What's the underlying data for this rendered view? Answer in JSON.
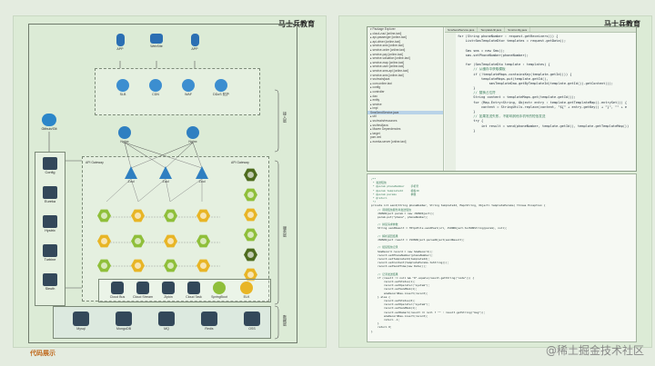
{
  "left_page": {
    "brand": "马士兵教育",
    "caption": "代码展示",
    "clients": [
      {
        "label": "APP",
        "color": "#2b6fb3"
      },
      {
        "label": "WebSite",
        "color": "#2b6fb3"
      },
      {
        "label": "APP",
        "color": "#2b6fb3"
      }
    ],
    "edge_services": [
      {
        "label": "SLB",
        "color": "#3c8ed0"
      },
      {
        "label": "CDN",
        "color": "#3c8ed0"
      },
      {
        "label": "WAF",
        "color": "#3c8ed0"
      },
      {
        "label": "DDoS 防护",
        "color": "#3c8ed0"
      }
    ],
    "routers": [
      "Nginx",
      "Nginx"
    ],
    "gateway_label": "API Gateway",
    "gateways": [
      "Zuul",
      "Zuul",
      "Zuul"
    ],
    "left_stack": [
      "Config",
      "Eureka",
      "Hystrix",
      "Turbine",
      "Sleuth"
    ],
    "left_top": "Github/Git",
    "bottom_row": [
      "Cloud Bus",
      "Cloud Stream",
      "Zipkin",
      "Cloud Task",
      "SpringBoot",
      "ELK"
    ],
    "storage": [
      "Mysql",
      "MongoDB",
      "MQ",
      "Redis",
      "OSS"
    ],
    "tier_labels": [
      "接入层",
      "服务层",
      "数据层"
    ]
  },
  "right_page": {
    "brand": "马士兵教育",
    "watermark": "@稀土掘金技术社区",
    "ide_tabs": [
      "SmsSendService.java",
      "TemplateUtil.java",
      "SmsConfig.java"
    ],
    "tree": [
      "▾ Package Explorer",
      "  ▸ cloud-zuul [online-taxi]",
      "  ▸ api-passenger [online-taxi]",
      "  ▸ api-driver [online-taxi]",
      "  ▸ service-sms [online-taxi]",
      "  ▸ service-order [online-taxi]",
      "  ▸ service-pay [online-taxi]",
      "  ▸ service-valuation [online-taxi]",
      "  ▸ service-map [online-taxi]",
      "  ▸ service-user [online-taxi]",
      "  ▸ service-sms-api [online-taxi]",
      "  ▾ service-sms [online-taxi]",
      "    ▾ src/main/java",
      "      ▸ com.online.taxi",
      "        ▸ config",
      "        ▸ controller",
      "        ▸ dao",
      "        ▸ entity",
      "        ▸ service",
      "          ▸ impl",
      "          SmsSendService.java",
      "        ▸ util",
      "    ▸ src/main/resources",
      "    ▸ src/test/java",
      "    ▸ Maven Dependencies",
      "    ▸ target",
      "      pom.xml",
      "  ▸ eureka-server [online-taxi]"
    ],
    "code_lines": [
      "for (String phoneNumber : request.getReceivers()) {",
      "    List<SmsTemplateDto> templates = request.getData();",
      "",
      "    Sms sms = new Sms();",
      "    sms.setPhoneNumber(phoneNumber);",
      "",
      "    for (SmsTemplateDto template : templates) {",
      "        // 从缓存中获取模板",
      "        if (!templateMaps.containsKey(template.getId())) {",
      "            templateMaps.put(template.getId(),",
      "                smsTemplateDao.getByTemplateId(template.getId()).getContent());",
      "        }",
      "        // 替换占位符",
      "        String content = templateMaps.get(template.getId());",
      "        for (Map.Entry<String, Object> entry : template.getTemplateMap().entrySet()) {",
      "            content = StringUtils.replace(content, \"${\" + entry.getKey() + \"}\", \"\" + e",
      "        }",
      "        // 如果发送失败, 不影响其他手机号的短信发送",
      "        try {",
      "            int result = send(phoneNumber, template.getId(), template.getTemplateMap())",
      "        }"
    ],
    "code2_lines": [
      "/**",
      " * 发送短信",
      " * @param phoneNumber    手机号",
      " * @param templateId     模板ID",
      " * @param params         参数",
      " * @return",
      " */",
      "private int send(String phoneNumber, String templateId, Map<String, Object> templateParams) throws Exception {",
      "    // 调用短信服务商发送短信",
      "    JSONObject param = new JSONObject();",
      "    param.put(\"phone\", phoneNumber);",
      "",
      "    // 拼装请求参数",
      "    String sendResult = HttpUtils.sendPost(url, JSONObject.toJSONString(param), null);",
      "",
      "    // 解析返回结果",
      "    JSONObject result = JSONObject.parseObject(sendResult);",
      "",
      "    // 组装短信记录",
      "    SmsRecord record = new SmsRecord();",
      "    record.setPhoneNumber(phoneNumber);",
      "    record.setTemplateId(templateId);",
      "    record.setContent(templateParams.toString());",
      "    record.setSendTime(new Date());",
      "",
      "    // 记录发送结果",
      "    if (result != null && \"0\".equals(result.getString(\"code\"))) {",
      "        record.setStatus(1);",
      "        record.setOperator(\"system\");",
      "        record.setSendNum(1);",
      "        smsRecordDao.insert(record);",
      "    } else {",
      "        record.setStatus(0);",
      "        record.setOperator(\"system\");",
      "        record.setSendNum(1);",
      "        record.setRemark(result == null ? \"\" : result.getString(\"msg\"));",
      "        smsRecordDao.insert(record);",
      "        return -1;",
      "    }",
      "    return 0;",
      "}"
    ]
  },
  "colors": {
    "page_bg": "#dcebd6",
    "hex_green": "#8fbf3a",
    "hex_yellow": "#e8b526",
    "hex_dark": "#4d6b1e",
    "caption": "#c06a1e"
  }
}
